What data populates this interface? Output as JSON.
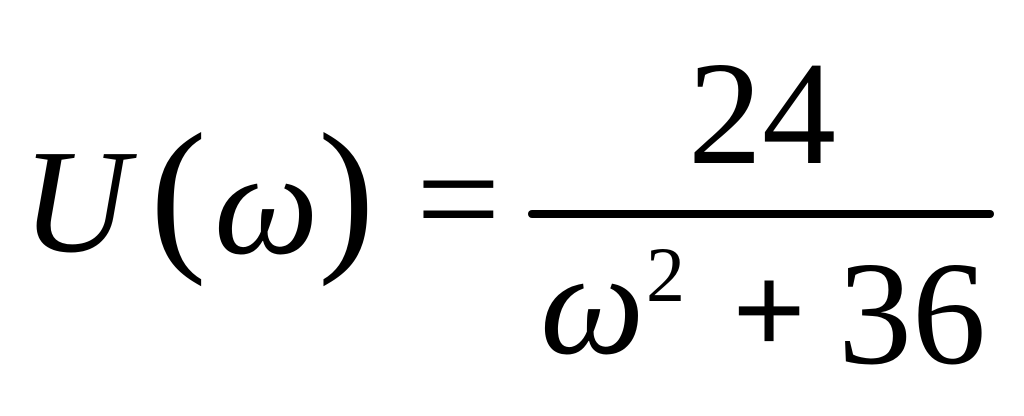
{
  "formula": {
    "lhs": {
      "function": "U",
      "open_paren": "(",
      "variable": "ω",
      "close_paren": ")"
    },
    "equals": "=",
    "rhs": {
      "numerator": "24",
      "denominator": {
        "variable": "ω",
        "exponent": "2",
        "operator": "+",
        "constant": "36"
      }
    }
  }
}
